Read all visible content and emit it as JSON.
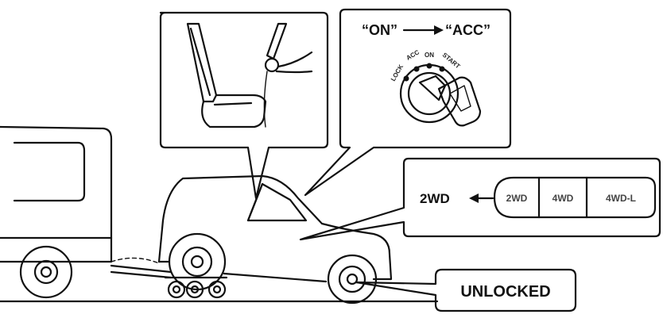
{
  "ignition": {
    "from_label": "“ON”",
    "to_label": "“ACC”",
    "positions": [
      "LOCK",
      "ACC",
      "ON",
      "START"
    ]
  },
  "transfer": {
    "selected": "2WD",
    "switches": [
      "2WD",
      "4WD",
      "4WD-L"
    ]
  },
  "wheel_status": "UNLOCKED",
  "icons": [
    "arrow-right-icon",
    "arrow-left-icon",
    "ignition-key-icon",
    "seat-lever-icon"
  ]
}
